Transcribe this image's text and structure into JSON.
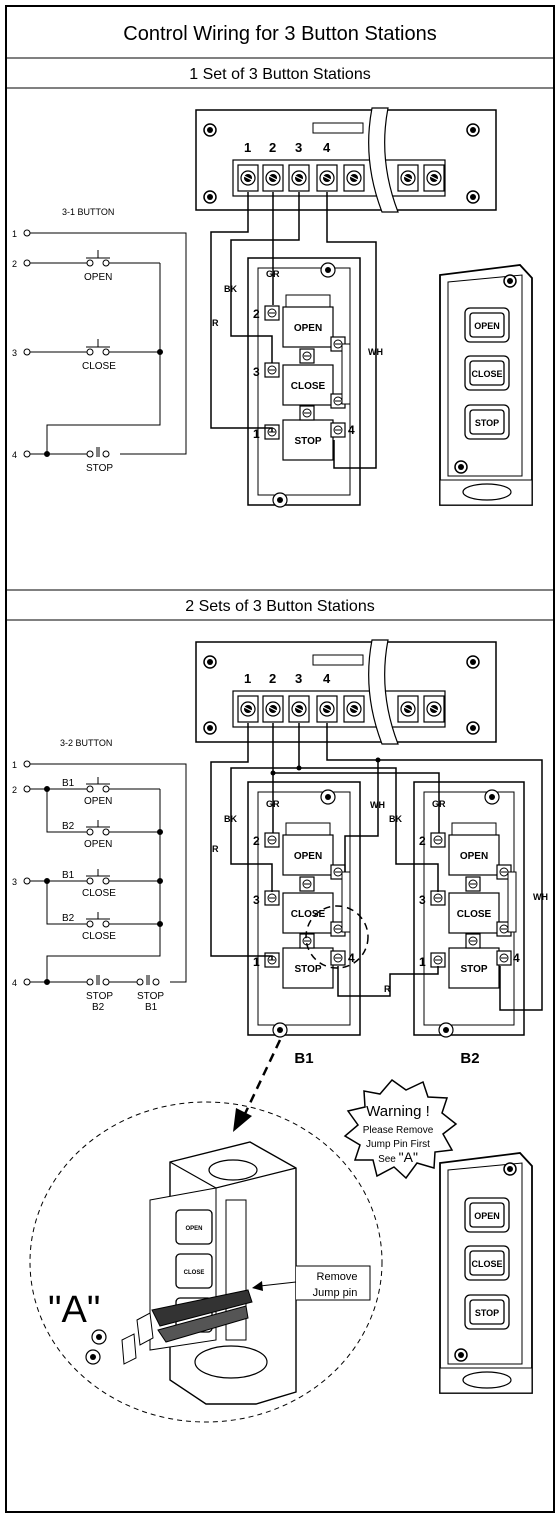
{
  "title": "Control Wiring for 3 Button Stations",
  "sections": [
    {
      "heading": "1 Set of 3 Button Stations"
    },
    {
      "heading": "2 Sets of 3 Button Stations"
    }
  ],
  "terminals": [
    "1",
    "2",
    "3",
    "4"
  ],
  "schematic1": {
    "label": "3-1 BUTTON",
    "lines": [
      "1",
      "2",
      "3",
      "4"
    ],
    "open": "OPEN",
    "close": "CLOSE",
    "stop": "STOP"
  },
  "schematic2": {
    "label": "3-2 BUTTON",
    "lines": [
      "1",
      "2",
      "3",
      "4"
    ],
    "b1": "B1",
    "b2": "B2",
    "open": "OPEN",
    "close": "CLOSE",
    "stop": "STOP"
  },
  "station": {
    "open": "OPEN",
    "close": "CLOSE",
    "stop": "STOP",
    "t1": "1",
    "t2": "2",
    "t3": "3",
    "t4": "4"
  },
  "wires": {
    "bk": "BK",
    "gr": "GR",
    "r": "R",
    "wh": "WH"
  },
  "stations": {
    "b1": "B1",
    "b2": "B2"
  },
  "warning": {
    "title": "Warning !",
    "line1": "Please Remove",
    "line2": "Jump Pin First",
    "line3_pre": "See ",
    "line3_ref": "\"A\""
  },
  "detail": {
    "label": "\"A\"",
    "callout_line1": "Remove",
    "callout_line2": "Jump pin"
  },
  "icons": [
    "screw-icon",
    "push-button-icon"
  ]
}
